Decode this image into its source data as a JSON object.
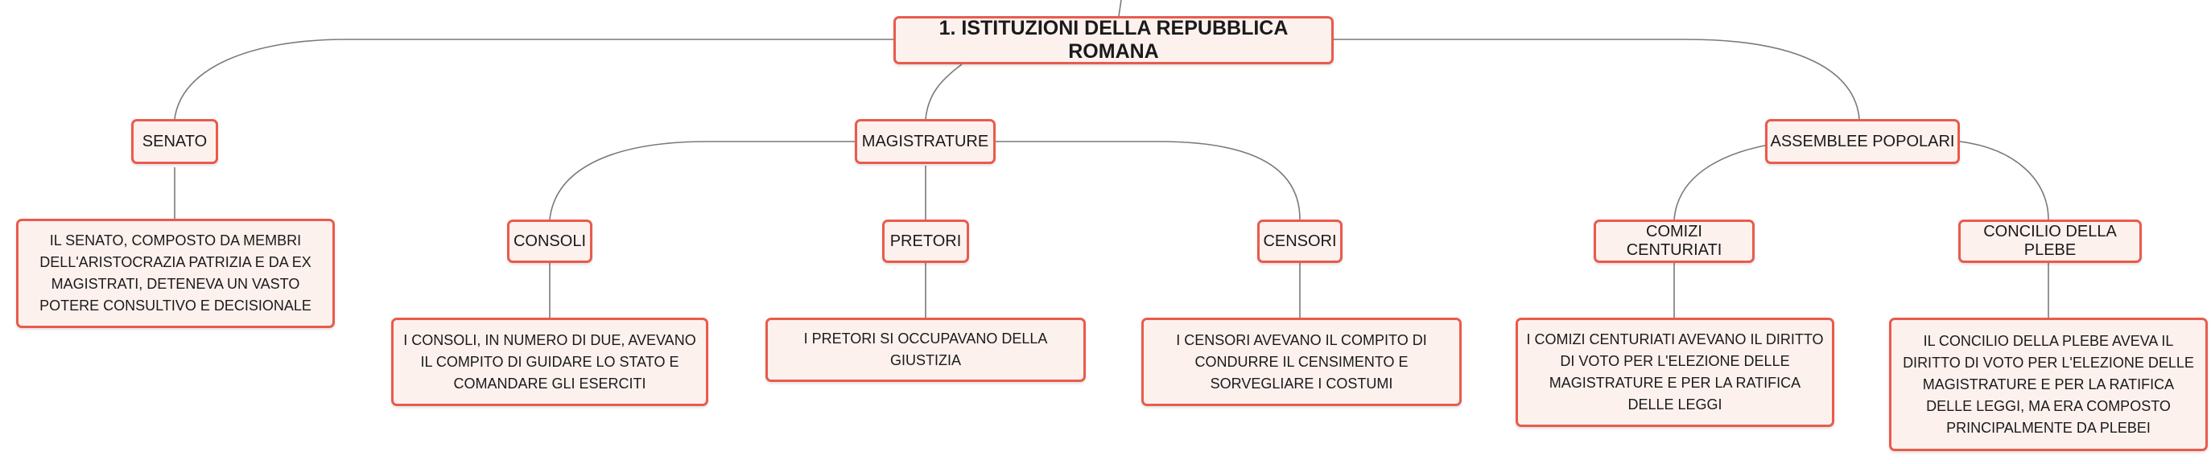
{
  "root": {
    "label": "1. ISTITUZIONI DELLA REPUBBLICA ROMANA"
  },
  "senato": {
    "label": "SENATO",
    "description": "IL SENATO, COMPOSTO DA MEMBRI DELL'ARISTOCRAZIA PATRIZIA E DA EX MAGISTRATI, DETENEVA UN VASTO POTERE CONSULTIVO E DECISIONALE"
  },
  "magistrature": {
    "label": "MAGISTRATURE",
    "consoli": {
      "label": "CONSOLI",
      "description": "I CONSOLI, IN NUMERO DI DUE, AVEVANO IL COMPITO DI GUIDARE LO STATO E COMANDARE GLI ESERCITI"
    },
    "pretori": {
      "label": "PRETORI",
      "description": "I PRETORI SI OCCUPAVANO DELLA GIUSTIZIA"
    },
    "censori": {
      "label": "CENSORI",
      "description": "I CENSORI AVEVANO IL COMPITO DI CONDURRE IL CENSIMENTO E SORVEGLIARE I COSTUMI"
    }
  },
  "assemblee": {
    "label": "ASSEMBLEE POPOLARI",
    "comizi": {
      "label": "COMIZI CENTURIATI",
      "description": "I COMIZI CENTURIATI AVEVANO IL DIRITTO DI VOTO PER L'ELEZIONE DELLE MAGISTRATURE E PER LA RATIFICA DELLE LEGGI"
    },
    "concilio": {
      "label": "CONCILIO DELLA PLEBE",
      "description": "IL CONCILIO DELLA PLEBE AVEVA IL DIRITTO DI VOTO PER L'ELEZIONE DELLE MAGISTRATURE E PER LA RATIFICA DELLE LEGGI, MA ERA COMPOSTO PRINCIPALMENTE DA PLEBEI"
    }
  },
  "colors": {
    "border": "#e95b4c",
    "fill": "#fdf1ee",
    "connector": "#7a7a7a"
  }
}
